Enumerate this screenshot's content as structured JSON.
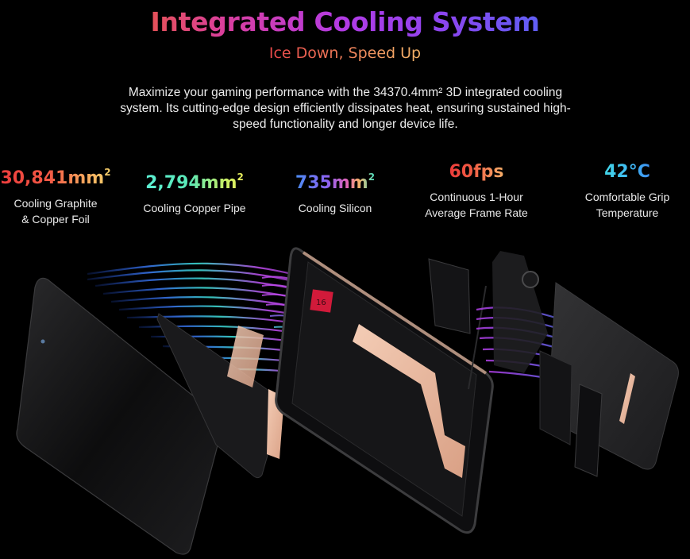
{
  "header": {
    "title": "Integrated Cooling System",
    "subtitle": "Ice Down, Speed Up",
    "description": "Maximize your gaming performance with the 34370.4mm² 3D integrated cooling system. Its cutting-edge design efficiently dissipates heat, ensuring sustained high-speed functionality and longer device life."
  },
  "stats": [
    {
      "value": "30,841mm",
      "sup": "2",
      "label": "Cooling Graphite\n& Copper Foil"
    },
    {
      "value": "2,794mm",
      "sup": "2",
      "label": "Cooling Copper Pipe"
    },
    {
      "value": "735mm",
      "sup": "2",
      "label": "Cooling Silicon"
    },
    {
      "value": "60fps",
      "sup": "",
      "label": "Continuous 1-Hour\nAverage Frame Rate"
    },
    {
      "value": "42°C",
      "sup": "",
      "label": "Comfortable Grip\nTemperature"
    }
  ],
  "illustration": {
    "description": "Exploded view of a rugged smartphone showing screen, graphite layer, copper foil pads, mid-frame with copper vapor pipe and chip, speaker/fan module and back cover, with blue-cyan-purple airflow streaks",
    "chip_label": "16",
    "colors": {
      "copper": "#e8b49a",
      "frame": "#1c1c1e",
      "chip": "#d11a3a",
      "flow_cyan": "#3fe3d9",
      "flow_blue": "#3a78f2",
      "flow_purple": "#c04cf0"
    }
  }
}
